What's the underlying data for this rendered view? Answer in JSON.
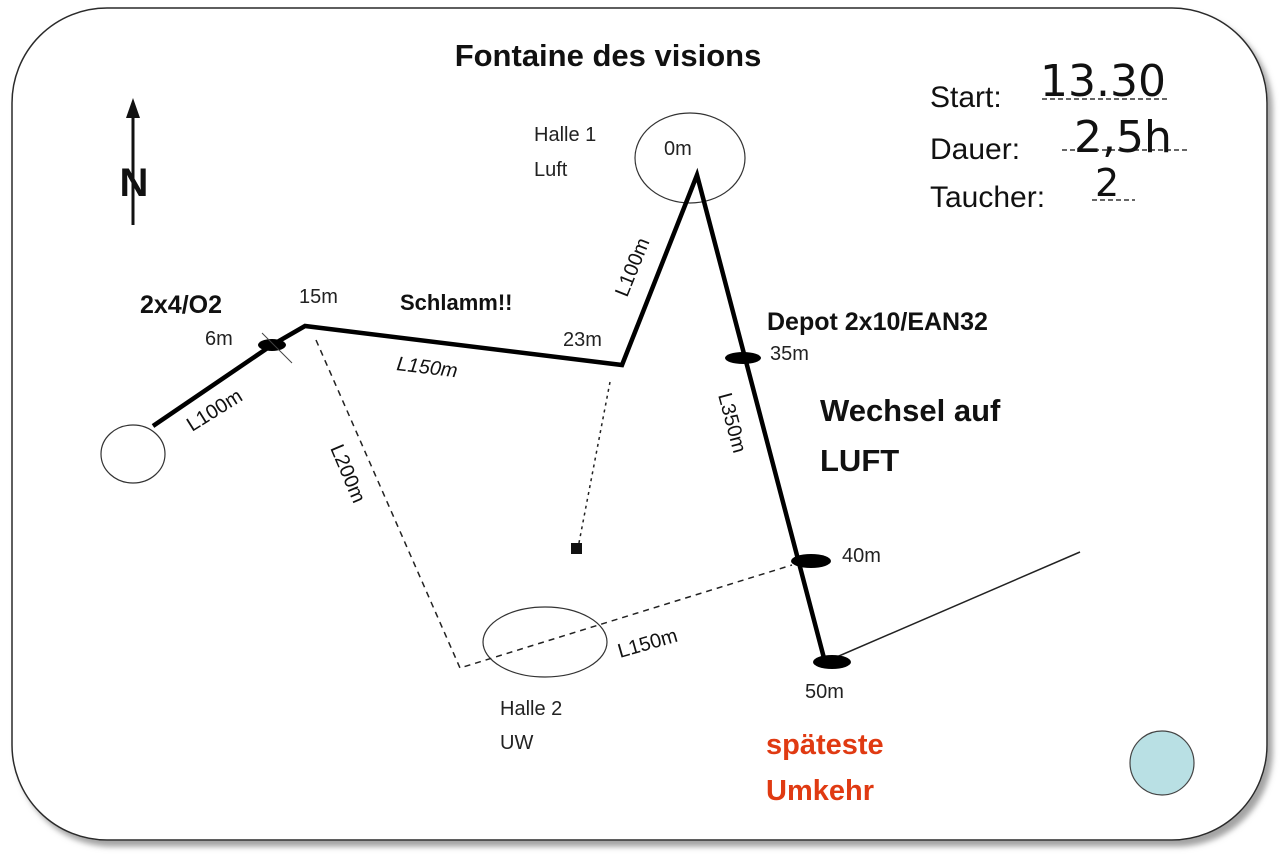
{
  "title": "Fontaine des visions",
  "north": "N",
  "form": {
    "start_label": "Start:",
    "start_value": "13.30",
    "duration_label": "Dauer:",
    "duration_value": "2,5h",
    "divers_label": "Taucher:",
    "divers_value": "2"
  },
  "halls": {
    "hall1_name": "Halle 1",
    "hall1_note": "Luft",
    "hall1_depth": "0m",
    "hall2_name": "Halle 2",
    "hall2_note": "UW"
  },
  "depths": {
    "d6": "6m",
    "d15": "15m",
    "d23": "23m",
    "d35": "35m",
    "d40": "40m",
    "d50": "50m"
  },
  "notes": {
    "stage_bottles": "2x4/O2",
    "mud": "Schlamm!!",
    "depot": "Depot 2x10/EAN32",
    "switch_line1": "Wechsel auf",
    "switch_line2": "LUFT",
    "turn_line1": "späteste",
    "turn_line2": "Umkehr"
  },
  "lengths": {
    "seg1": "L100m",
    "seg2": "L150m",
    "seg3": "L100m",
    "seg4": "L350m",
    "dashed_left": "L200m",
    "dashed_bottom": "L150m"
  },
  "colors": {
    "warning": "#e03a12",
    "pool": "#b9e0e4"
  }
}
